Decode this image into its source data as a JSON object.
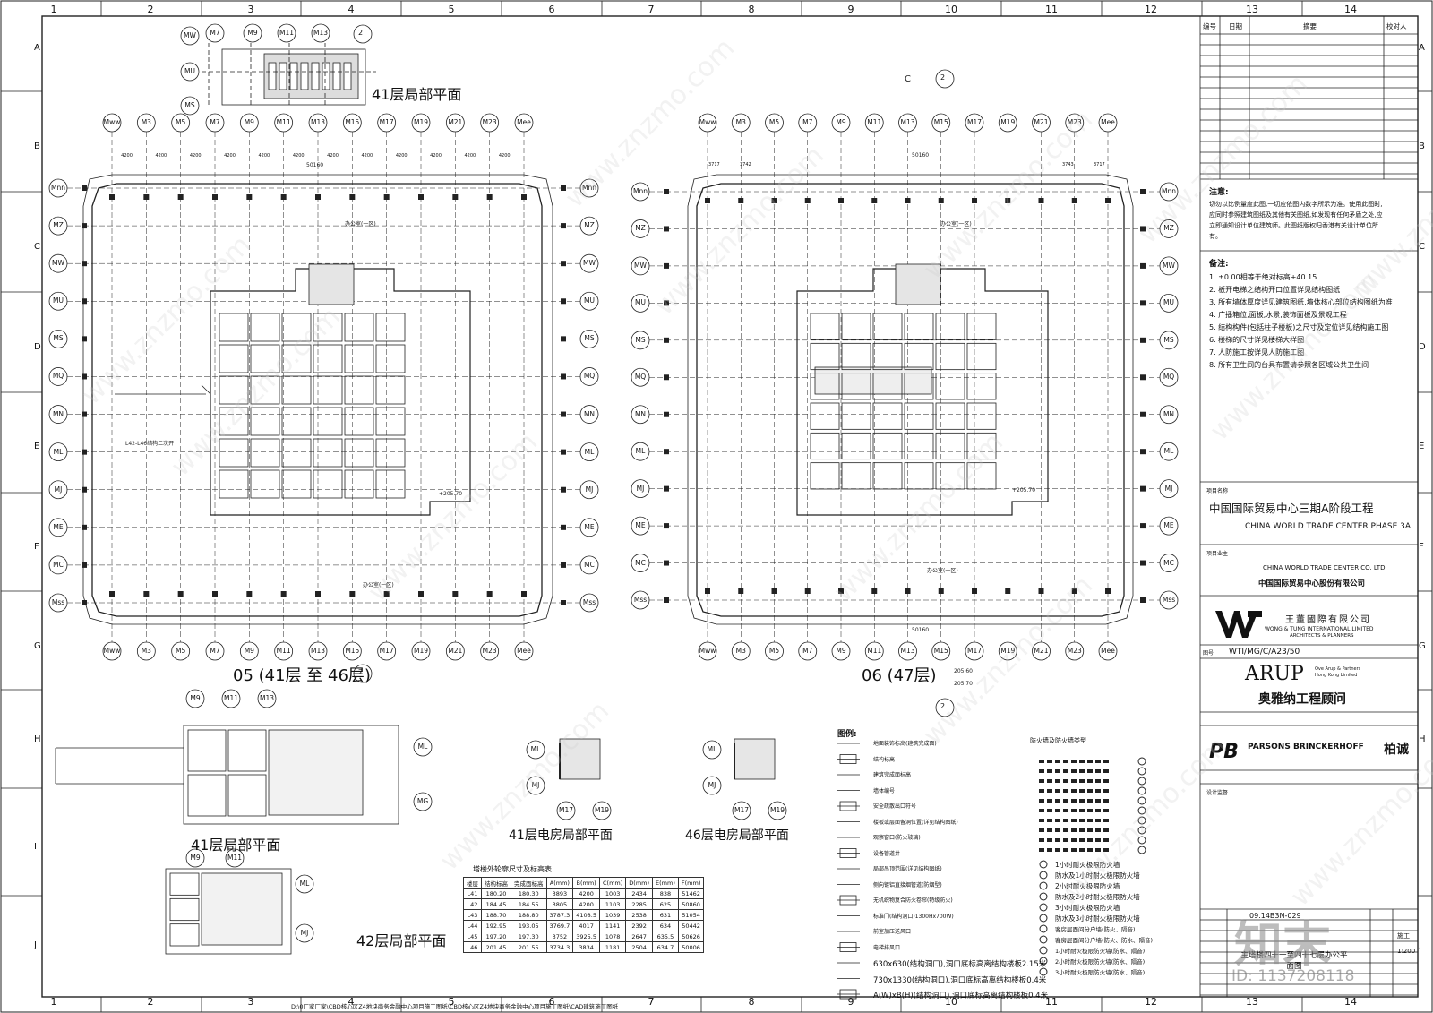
{
  "grid": {
    "columns": [
      "1",
      "2",
      "3",
      "4",
      "5",
      "6",
      "7",
      "8",
      "9",
      "10",
      "11",
      "12",
      "13",
      "14"
    ],
    "rows": [
      "A",
      "B",
      "C",
      "D",
      "E",
      "F",
      "G",
      "H",
      "I",
      "J"
    ]
  },
  "plans": {
    "main_left_caption": "05 (41层 至 46层)",
    "main_right_caption": "06 (47层)",
    "partial_top_caption": "41层局部平面",
    "partial_41_caption": "41层局部平面",
    "partial_42_caption": "42层局部平面",
    "elec_41_caption": "41层电房局部平面",
    "elec_46_caption": "46层电房局部平面",
    "axis_top": [
      "Mww",
      "M3",
      "M5",
      "M7",
      "M9",
      "M11",
      "M13",
      "M15",
      "M17",
      "M19",
      "M21",
      "M23",
      "Mee"
    ],
    "axis_side": [
      "Mnn",
      "MZ",
      "MW",
      "MU",
      "MS",
      "MQ",
      "MN",
      "ML",
      "MJ",
      "ME",
      "MC",
      "Mss"
    ],
    "top_partial_axes": [
      "MW",
      "M7",
      "M9",
      "M11",
      "M13"
    ],
    "top_partial_side": [
      "MU",
      "MS"
    ],
    "section_marker_top": "2",
    "section_marker_c": "C",
    "left_level_a": "+205.70",
    "right_level_a": "+205.70",
    "right_level_b": "205.60",
    "right_level_c": "205.70",
    "office_label": "办公室(一区)",
    "overall_dim": "50160",
    "bay_dims": [
      "4200",
      "4200",
      "4200",
      "4200",
      "4200",
      "4200",
      "4200",
      "4200",
      "4200",
      "4200",
      "4200",
      "4200"
    ],
    "right_edge_dims": [
      "3717",
      "3742",
      "3743",
      "3717"
    ],
    "note_corner": "L42-L46结构二次开",
    "elec_41_axes": [
      "ML",
      "MJ",
      "M17",
      "M19"
    ],
    "elec_46_axes": [
      "ML",
      "MJ",
      "M17",
      "M19"
    ],
    "partial_41_axes": [
      "M9",
      "M11",
      "M13",
      "ML",
      "MG"
    ],
    "partial_42_axes": [
      "M9",
      "M11",
      "ML",
      "MJ"
    ]
  },
  "dim_table": {
    "title": "塔楼外轮廓尺寸及标高表",
    "headers": [
      "楼层",
      "结构标高",
      "完成面标高",
      "A(mm)",
      "B(mm)",
      "C(mm)",
      "D(mm)",
      "E(mm)",
      "F(mm)"
    ],
    "rows": [
      [
        "L41",
        "180.20",
        "180.30",
        "3893",
        "4200",
        "1003",
        "2434",
        "838",
        "51462"
      ],
      [
        "L42",
        "184.45",
        "184.55",
        "3805",
        "4200",
        "1103",
        "2285",
        "625",
        "50860"
      ],
      [
        "L43",
        "188.70",
        "188.80",
        "3787.3",
        "4108.5",
        "1039",
        "2538",
        "631",
        "51054"
      ],
      [
        "L44",
        "192.95",
        "193.05",
        "3769.7",
        "4017",
        "1141",
        "2392",
        "634",
        "50442"
      ],
      [
        "L45",
        "197.20",
        "197.30",
        "3752",
        "3925.5",
        "1078",
        "2647",
        "635.5",
        "50626"
      ],
      [
        "L46",
        "201.45",
        "201.55",
        "3734.3",
        "3834",
        "1181",
        "2504",
        "634.7",
        "50006"
      ]
    ]
  },
  "legend": {
    "title": "图例:",
    "items": [
      "地面装饰标高(建筑完成面)",
      "结构标高",
      "建筑完成面标高",
      "墙体编号",
      "安全疏散出口符号",
      "楼板或层面留洞位置(详见结构图纸)",
      "观察窗口(防火玻璃)",
      "设备管道井",
      "局部吊顶范围(详见结构图纸)",
      "侧向镀铝直接烟管道(防烟型)",
      "无机织物复合防火卷帘(特级防火)",
      "标准门(结构洞口)1300Hx700W)",
      "前室加压送风口",
      "电梯排风口",
      "630x630(结构洞口),洞口底标高离结构楼板2.15米",
      "730x1330(结构洞口),洞口底标高离结构楼板0.4米",
      "A(W)xB(H)(结构洞口),洞口底标高离结构楼板0.4米"
    ],
    "fire_title": "防火墙及防火墙类型",
    "fire_items": [
      "1小时耐火极限防火墙",
      "防水及1小时耐火极限防火墙",
      "2小时耐火极限防火墙",
      "防水及2小时耐火极限防火墙",
      "3小时耐火极限防火墙",
      "防水及3小时耐火极限防火墙",
      "客房层面间分户墙(防火、隔音)",
      "客房层面间分户墙(防火、防水、隔音)",
      "1小时耐火极限防火墙(防水、隔音)",
      "2小时耐火极限防火墙(防水、隔音)",
      "3小时耐火极限防火墙(防水、隔音)"
    ]
  },
  "title_block": {
    "rev_headers": [
      "编号",
      "日期",
      "摘要",
      "校对人"
    ],
    "note_title": "注意:",
    "note_text": "切勿以比例量度此图,一切应依图内数字所示为准。使用此图时,应同时参照建筑图纸及其他有关图纸,如发现有任何矛盾之处,应立即通知设计单位建筑师。此图纸版权归香港有关设计单位所有。",
    "remarks_title": "备注:",
    "remarks": [
      "1. ±0.00相等于绝对标高+40.15",
      "2. 板开电梯之结构开口位置详见结构图纸",
      "3. 所有墙体厚度详见建筑图纸,墙体核心部位结构图纸为准",
      "4. 广播箱位,面板,水景,装饰面板及景观工程",
      "5. 结构构件(包括柱子楼板)之尺寸及定位详见结构施工图",
      "6. 楼梯的尺寸详见楼梯大样图",
      "7. 人防施工按详见人防施工图",
      "8. 所有卫生间的台具布置请参照各区域公共卫生间"
    ],
    "project_label": "项目名称",
    "project_cn": "中国国际贸易中心三期A阶段工程",
    "project_en": "CHINA WORLD TRADE CENTER PHASE 3A",
    "owner_label": "项目业主",
    "owner_en": "CHINA WORLD TRADE CENTER CO. LTD.",
    "owner_cn": "中国国际贸易中心股份有限公司",
    "architect_cn": "王董國際有限公司",
    "architect_en": "WONG & TUNG INTERNATIONAL LIMITED",
    "architect_en2": "ARCHITECTS & PLANNERS",
    "drawing_no_label": "图号",
    "drawing_no": "WTI/MG/C/A23/50",
    "arup": "ARUP",
    "arup_sub": "Ove Arup & Partners Hong Kong Limited",
    "arup_cn": "奥雅纳工程顾问",
    "pb": "PARSONS BRINCKERHOFF",
    "pb_cn": "柏诚",
    "design_label": "设计监督",
    "sheet_title": "主塔楼四十一至四十七层办公平面图",
    "scale": "1:200",
    "stage": "施工",
    "id_code": "09.14B3N-029"
  },
  "footer_path": "D:\\0厂家厂家\\CBD核心区Z4地块商务金融中心项目施工图纸\\CBD核心区Z4地块商务金融中心项目施工图纸\\CAD建筑施工图纸",
  "watermark": "www.znzmo.com",
  "brand_wm": "知末",
  "brand_id": "ID: 1137208118"
}
